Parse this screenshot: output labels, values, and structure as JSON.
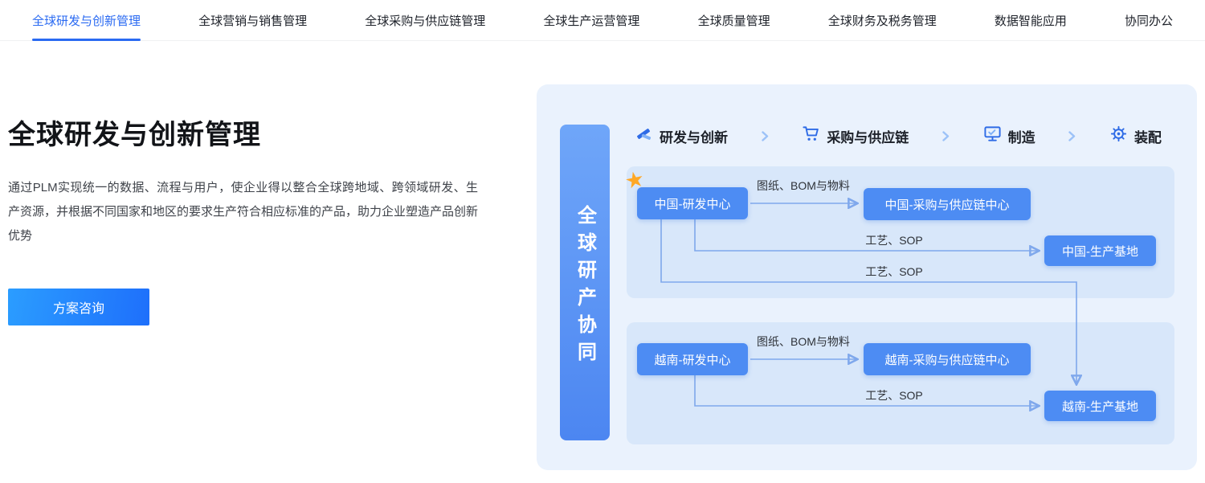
{
  "nav": {
    "items": [
      {
        "label": "全球研发与创新管理",
        "active": true
      },
      {
        "label": "全球营销与销售管理",
        "active": false
      },
      {
        "label": "全球采购与供应链管理",
        "active": false
      },
      {
        "label": "全球生产运营管理",
        "active": false
      },
      {
        "label": "全球质量管理",
        "active": false
      },
      {
        "label": "全球财务及税务管理",
        "active": false
      },
      {
        "label": "数据智能应用",
        "active": false
      },
      {
        "label": "协同办公",
        "active": false
      }
    ]
  },
  "hero": {
    "title": "全球研发与创新管理",
    "description": "通过PLM实现统一的数据、流程与用户，使企业得以整合全球跨地域、跨领域研发、生产资源，并根据不同国家和地区的要求生产符合相应标准的产品，助力企业塑造产品创新优势",
    "cta_label": "方案咨询"
  },
  "diagram": {
    "side_label": "全球研产协同",
    "process_steps": [
      {
        "label": "研发与创新",
        "icon": "design-icon"
      },
      {
        "label": "采购与供应链",
        "icon": "cart-icon"
      },
      {
        "label": "制造",
        "icon": "monitor-icon"
      },
      {
        "label": "装配",
        "icon": "gear-icon"
      }
    ],
    "groups": [
      {
        "name": "china",
        "nodes": [
          {
            "label": "中国-研发中心"
          },
          {
            "label": "中国-采购与供应链中心"
          },
          {
            "label": "中国-生产基地"
          }
        ],
        "edges": [
          {
            "label": "图纸、BOM与物料"
          },
          {
            "label": "工艺、SOP"
          },
          {
            "label": "工艺、SOP"
          }
        ]
      },
      {
        "name": "vietnam",
        "nodes": [
          {
            "label": "越南-研发中心"
          },
          {
            "label": "越南-采购与供应链中心"
          },
          {
            "label": "越南-生产基地"
          }
        ],
        "edges": [
          {
            "label": "图纸、BOM与物料"
          },
          {
            "label": "工艺、SOP"
          }
        ]
      }
    ]
  },
  "icons": {
    "star": "★"
  },
  "colors": {
    "accent": "#2a6af2",
    "node_blue": "#4d8cf3",
    "panel_bg": "#eaf2fd",
    "group_bg": "#d8e7fa",
    "line_blue": "#7fa8ec",
    "star_orange": "#ffa826",
    "cta_from": "#2b9dff",
    "cta_to": "#1e6ffb"
  }
}
